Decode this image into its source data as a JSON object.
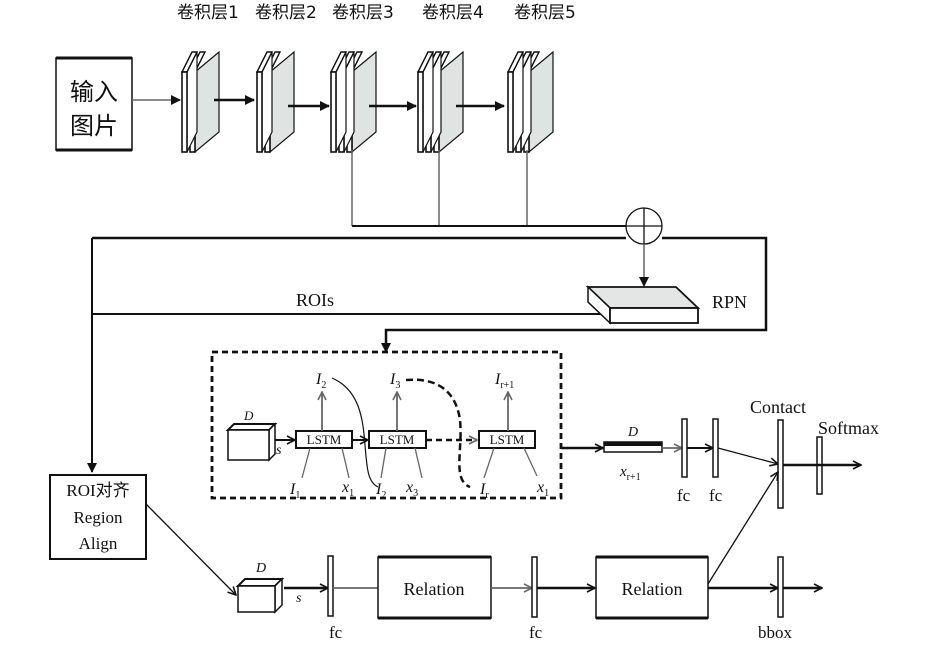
{
  "diagram": {
    "input": {
      "line1": "输入",
      "line2": "图片"
    },
    "conv_layers": [
      "卷积层1",
      "卷积层2",
      "卷积层3",
      "卷积层4",
      "卷积层5"
    ],
    "rpn_label": "RPN",
    "rois_label": "ROIs",
    "roi_align": {
      "line1": "ROI对齐",
      "line2": "Region",
      "line3": "Align"
    },
    "lstm_block": {
      "cube_label": "D",
      "s_label": "s",
      "lstm_label": "LSTM",
      "outputs": [
        {
          "base": "I",
          "sub": "2"
        },
        {
          "base": "I",
          "sub": "3"
        },
        {
          "base": "I",
          "sub": "r+1"
        }
      ],
      "inputs": [
        {
          "base": "I",
          "sub": "1"
        },
        {
          "base": "x",
          "sub": "1"
        },
        {
          "base": "I",
          "sub": "2"
        },
        {
          "base": "x",
          "sub": "3"
        },
        {
          "base": "I",
          "sub": "r"
        },
        {
          "base": "x",
          "sub": "1"
        }
      ]
    },
    "feature_vector": {
      "top": "D",
      "bottom_base": "x",
      "bottom_sub": "r+1"
    },
    "fc_label": "fc",
    "contact_label": "Contact",
    "softmax_label": "Softmax",
    "bottom_cube": {
      "top": "D",
      "side": "s"
    },
    "relation_label": "Relation",
    "bbox_label": "bbox"
  }
}
